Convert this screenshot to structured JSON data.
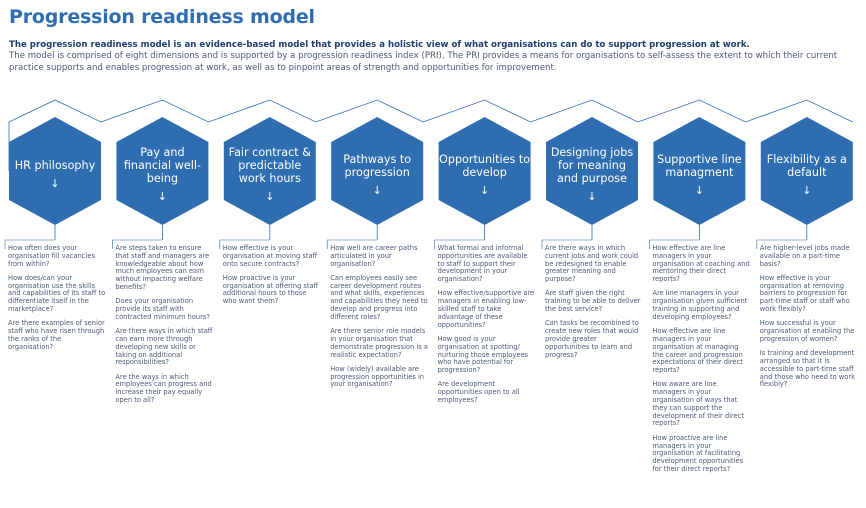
{
  "page": {
    "title": "Progression readiness model",
    "intro_bold": "The progression readiness model is an evidence-based model that provides a holistic view of what organisations can do to support progression at work.",
    "intro_text": "The model is comprised of eight dimensions and is supported by a progression readiness index (PRI). The PRI provides a means for organisations to self-assess the extent to which their current practice supports and enables progression at work, as well as to pinpoint areas of strength and opportunities for improvement."
  },
  "colors": {
    "hex_fill": "#2e6db0",
    "line": "#2e6db0",
    "title": "#2e6db0",
    "text": "#4a5a7a"
  },
  "icons": {
    "arrow": "arrow-down-icon"
  },
  "dimensions": [
    {
      "label": "HR philosophy",
      "arrow": "↓",
      "questions": [
        "How often does your organisation fill vacancies from within?",
        "How does/can your organisation use the skills and capabilities of its staff to differentiate itself in the marketplace?",
        "Are there examples of senior staff who have risen through the ranks of the organisation?"
      ]
    },
    {
      "label": "Pay and financial well-being",
      "arrow": "↓",
      "questions": [
        "Are steps taken to ensure that staff and managers are knowledgeable about how much employees can earn without impacting welfare benefits?",
        "Does your organisation provide its staff with contracted minimum hours?",
        "Are there ways in which staff can earn more through developing new skills or taking on additional responsibilities?",
        "Are the ways in which employees can progress and increase their pay equally open to all?"
      ]
    },
    {
      "label": "Fair contract & predictable work hours",
      "arrow": "↓",
      "questions": [
        "How effective is your organisation at moving staff onto secure contracts?",
        "How proactive is your organisation at offering staff additional hours to those who want them?"
      ]
    },
    {
      "label": "Pathways to progression",
      "arrow": "↓",
      "questions": [
        "How well are career paths articulated in your organisation?",
        "Can employees easily see career development routes and what skills, experiences and capabilities they need to develop and progress into different roles?",
        "Are there senior role models in your organisation that demonstrate progression is a realistic expectation?",
        "How (widely) available are progression opportunities in your organisation?"
      ]
    },
    {
      "label": "Opportunities to develop",
      "arrow": "↓",
      "questions": [
        "What formal and informal opportunities are available to staff to support their development in your organisation?",
        "How effective/supportive are managers in enabling low-skilled staff to take advantage of these opportunities?",
        "How good is your organisation at spotting/ nurturing those employees who have potential for progression?",
        "Are development opportunities open to all employees?"
      ]
    },
    {
      "label": "Designing jobs for meaning and purpose",
      "arrow": "↓",
      "questions": [
        "Are there ways in which current jobs and work could be redesigned to enable greater meaning and purpose?",
        "Are staff given the right training to be able to deliver the best service?",
        "Can tasks be recombined to create new roles that would provide greater opportunities to learn and progress?"
      ]
    },
    {
      "label": "Supportive line managment",
      "arrow": "↓",
      "questions": [
        "How effective are line managers in your organisation at coaching and mentoring their direct reports?",
        "Are line managers in your organisation given sufficient training in supporting and developing employees?",
        "How effective are line managers in your organisation at managing the career and progression expectations of their direct reports?",
        "How aware are line managers in your organisation of ways that they can support the development of their direct reports?",
        "How proactive are line managers in your organisation at facilitating development opportunities for their direct reports?"
      ]
    },
    {
      "label": "Flexibility as a default",
      "arrow": "↓",
      "questions": [
        "Are higher-level jobs made available on a part-time basis?",
        "How effective is your organisation at removing barriers to progression for part-time staff or staff who work flexibly?",
        "How successful is your organisation at enabling the progression of women?",
        "Is training and development arranged so that it is accessible to part-time staff and those who need to work flexibly?"
      ]
    }
  ]
}
